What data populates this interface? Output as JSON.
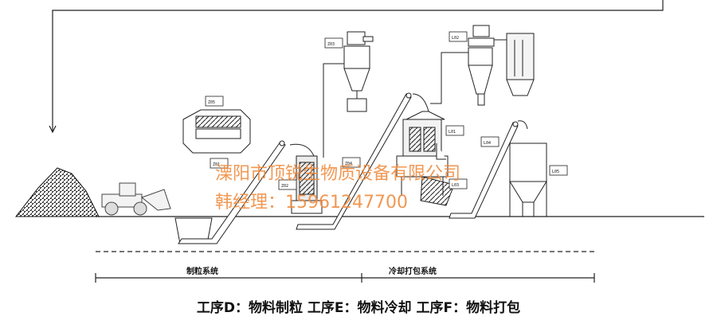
{
  "labels": {
    "z05": "Z05",
    "z01": "Z01",
    "z02": "Z02",
    "z03": "Z03",
    "z04": "Z04",
    "l01": "L01",
    "l02": "L02",
    "l03": "L03",
    "l04": "L04",
    "l05": "L05"
  },
  "sections": {
    "pelletizing": "制粒系统",
    "cooling_packing": "冷却打包系统"
  },
  "watermark": {
    "company": "溧阳市顶锐生物质设备有限公司",
    "contact": "韩经理：15961247700"
  },
  "caption": "工序D：物料制粒  工序E：物料冷却  工序F：物料打包"
}
